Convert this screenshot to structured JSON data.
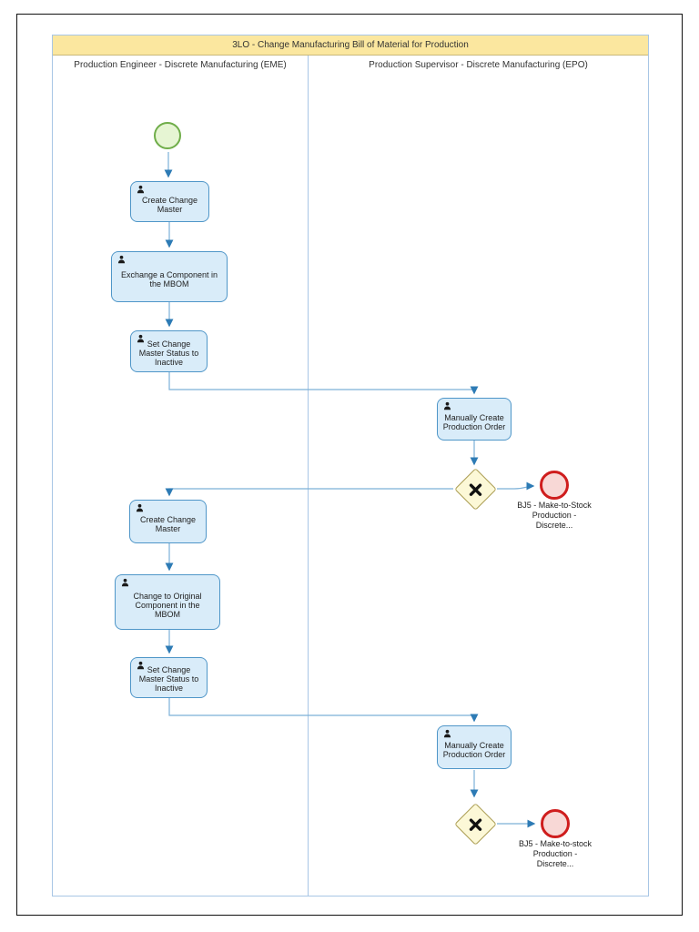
{
  "diagram": {
    "title": "3LO - Change Manufacturing Bill of Material for Production",
    "lanes": [
      {
        "label": "Production Engineer - Discrete Manufacturing (EME)"
      },
      {
        "label": "Production Supervisor - Discrete Manufacturing (EPO)"
      }
    ],
    "tasks": [
      {
        "label": "Create Change Master"
      },
      {
        "label": "Exchange a Component in the MBOM"
      },
      {
        "label": "Set Change Master Status to Inactive"
      },
      {
        "label": "Manually Create Production Order"
      },
      {
        "label": "Create Change Master"
      },
      {
        "label": "Change to Original Component in the MBOM"
      },
      {
        "label": "Set Change Master Status to Inactive"
      },
      {
        "label": "Manually Create Production Order"
      }
    ],
    "ends": [
      {
        "label": "BJ5 - Make-to-Stock Production - Discrete..."
      },
      {
        "label": "BJ5 - Make-to-stock Production - Discrete..."
      }
    ],
    "colors": {
      "pool_border": "#a8c6e5",
      "title_background": "#fbe79f",
      "task_fill": "#d9ecf9",
      "task_border": "#4f96c8",
      "start_fill": "#e6f5d3",
      "start_border": "#6fad49",
      "gateway_fill": "#fcf8d7",
      "gateway_border": "#ac9e55",
      "end_fill": "#f8d8d6",
      "end_border": "#cf1d1d",
      "flow_line": "#7cb1d8",
      "arrow_head": "#2d7bb5"
    }
  }
}
